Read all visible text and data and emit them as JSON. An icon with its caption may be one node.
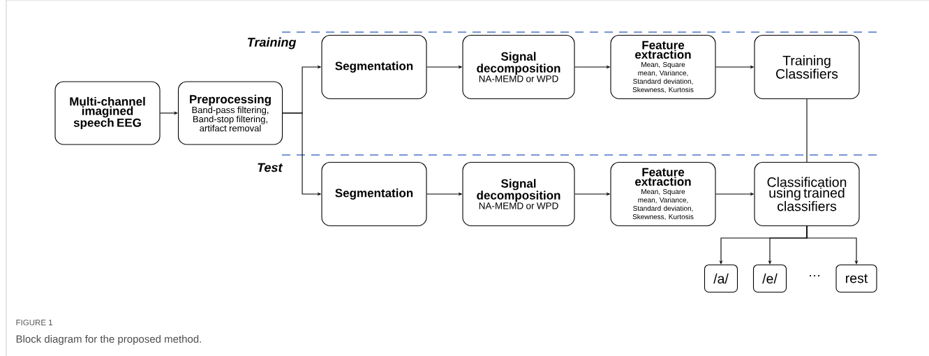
{
  "diagram": {
    "title": "FIGURE 1",
    "caption": "Block diagram for the proposed method.",
    "nodes": [
      {
        "text": [
          "Multi-channel imagined speech EEG"
        ]
      },
      {
        "text": [
          "Preprocessing",
          "Band-pass filtering, Band-stop filtering, artifact removal"
        ]
      },
      {
        "text": [
          "Segmentation"
        ]
      },
      {
        "text": [
          "Signal decomposition",
          "NA-MEMD or WPD"
        ]
      },
      {
        "text": [
          "Feature extraction",
          "Mean, Square mean, Variance, Standard deviation, Skewness, Kurtosis"
        ]
      },
      {
        "text": [
          "Training Classifiers"
        ]
      },
      {
        "text": [
          "Segmentation"
        ]
      },
      {
        "text": [
          "Signal decomposition",
          "NA-MEMD or WPD"
        ]
      },
      {
        "text": [
          "Feature extraction",
          "Mean, Square mean, Variance, Standard deviation, Skewness, Kurtosis"
        ]
      },
      {
        "text": [
          "Classification using trained classifiers"
        ]
      },
      {
        "text": [
          "/a/"
        ]
      },
      {
        "text": [
          "/e/"
        ]
      },
      {
        "text": [
          "rest"
        ]
      }
    ],
    "edges": [
      {
        "from": 0,
        "to": 1,
        "arrow": "to"
      },
      {
        "from": 1,
        "to": 2,
        "arrow": "to"
      },
      {
        "from": 1,
        "to": 6,
        "arrow": "to"
      },
      {
        "from": 2,
        "to": 3,
        "arrow": "to"
      },
      {
        "from": 3,
        "to": 4,
        "arrow": "to"
      },
      {
        "from": 4,
        "to": 5,
        "arrow": "to"
      },
      {
        "from": 6,
        "to": 7,
        "arrow": "to"
      },
      {
        "from": 7,
        "to": 8,
        "arrow": "to"
      },
      {
        "from": 8,
        "to": 9,
        "arrow": "to"
      },
      {
        "from": 5,
        "to": 9,
        "arrow": "none"
      },
      {
        "from": 9,
        "to": 10,
        "arrow": "to"
      },
      {
        "from": 9,
        "to": 11,
        "arrow": "to"
      },
      {
        "from": 9,
        "to": 12,
        "arrow": "to"
      }
    ],
    "labels": [
      "Training",
      "Test",
      "···"
    ]
  }
}
